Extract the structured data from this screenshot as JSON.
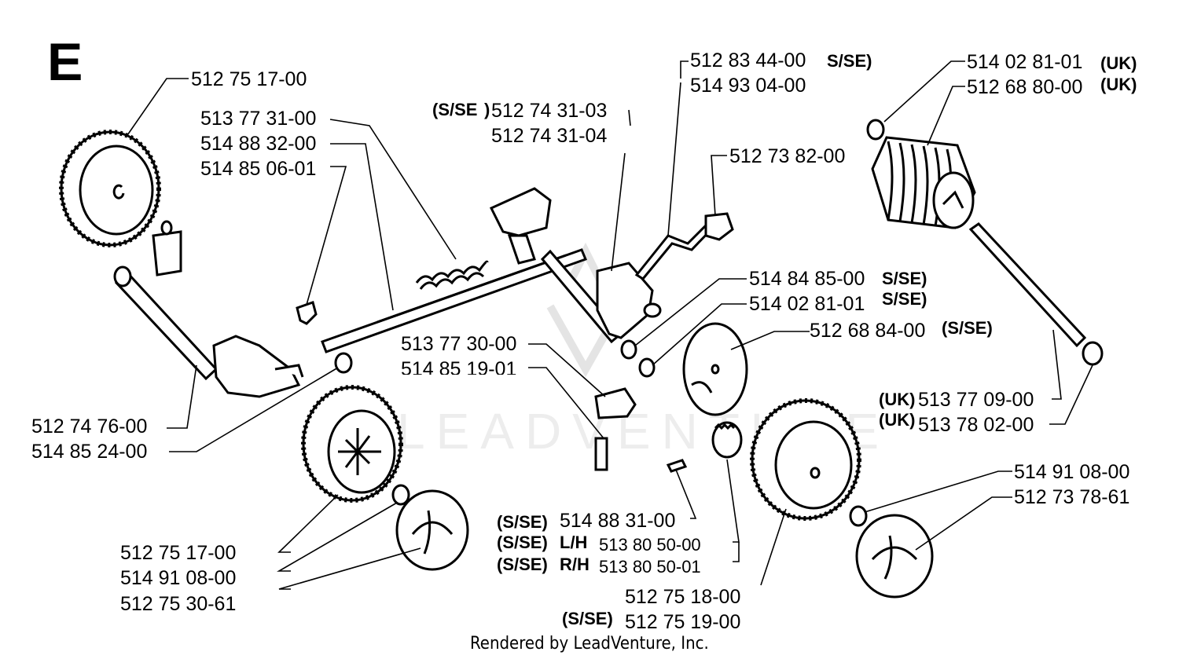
{
  "section_letter": "E",
  "watermark": "LEADVENTURE",
  "footer": "Rendered by LeadVenture, Inc.",
  "labels": {
    "rear_wheel_left": "512 75 17-00",
    "spring": "513 77 31-00",
    "axle": "514 88 32-00",
    "clip": "514 85 06-01",
    "bracket_se_03": "512 74 31-03",
    "bracket_04": "512 74 31-04",
    "lever_se": "512 83 44-00",
    "lever": "514 93 04-00",
    "knob": "512 73 82-00",
    "washer_uk": "514 02 81-01",
    "roller_uk": "512 68 80-00",
    "washer_se_a": "514 84 85-00",
    "washer_se_b": "514 02 81-01",
    "hubcap_se": "512 68 84-00",
    "block": "513 77 30-00",
    "screw": "514 85 19-01",
    "left_axle_bracket": "512 74 76-00",
    "bushing": "514 85 24-00",
    "roller_shaft_uk": "513 77 09-00",
    "nut_uk": "513 78 02-00",
    "washer_right": "514 91 08-00",
    "hubcap_right": "512 73 78-61",
    "pin_se": "514 88 31-00",
    "gear_lh": "513 80 50-00",
    "gear_rh": "513 80 50-01",
    "front_wheel_left": "512 75 17-00",
    "washer_left": "514 91 08-00",
    "hubcap_left": "512 75 30-61",
    "rear_wheel_right": "512 75 18-00",
    "rear_wheel_right_se": "512 75 19-00"
  },
  "tags": {
    "se": "S/SE)",
    "se_open": "(S/SE)",
    "se_paren": "(S/SE",
    "uk": "(UK)",
    "lh": "L/H",
    "rh": "R/H"
  }
}
